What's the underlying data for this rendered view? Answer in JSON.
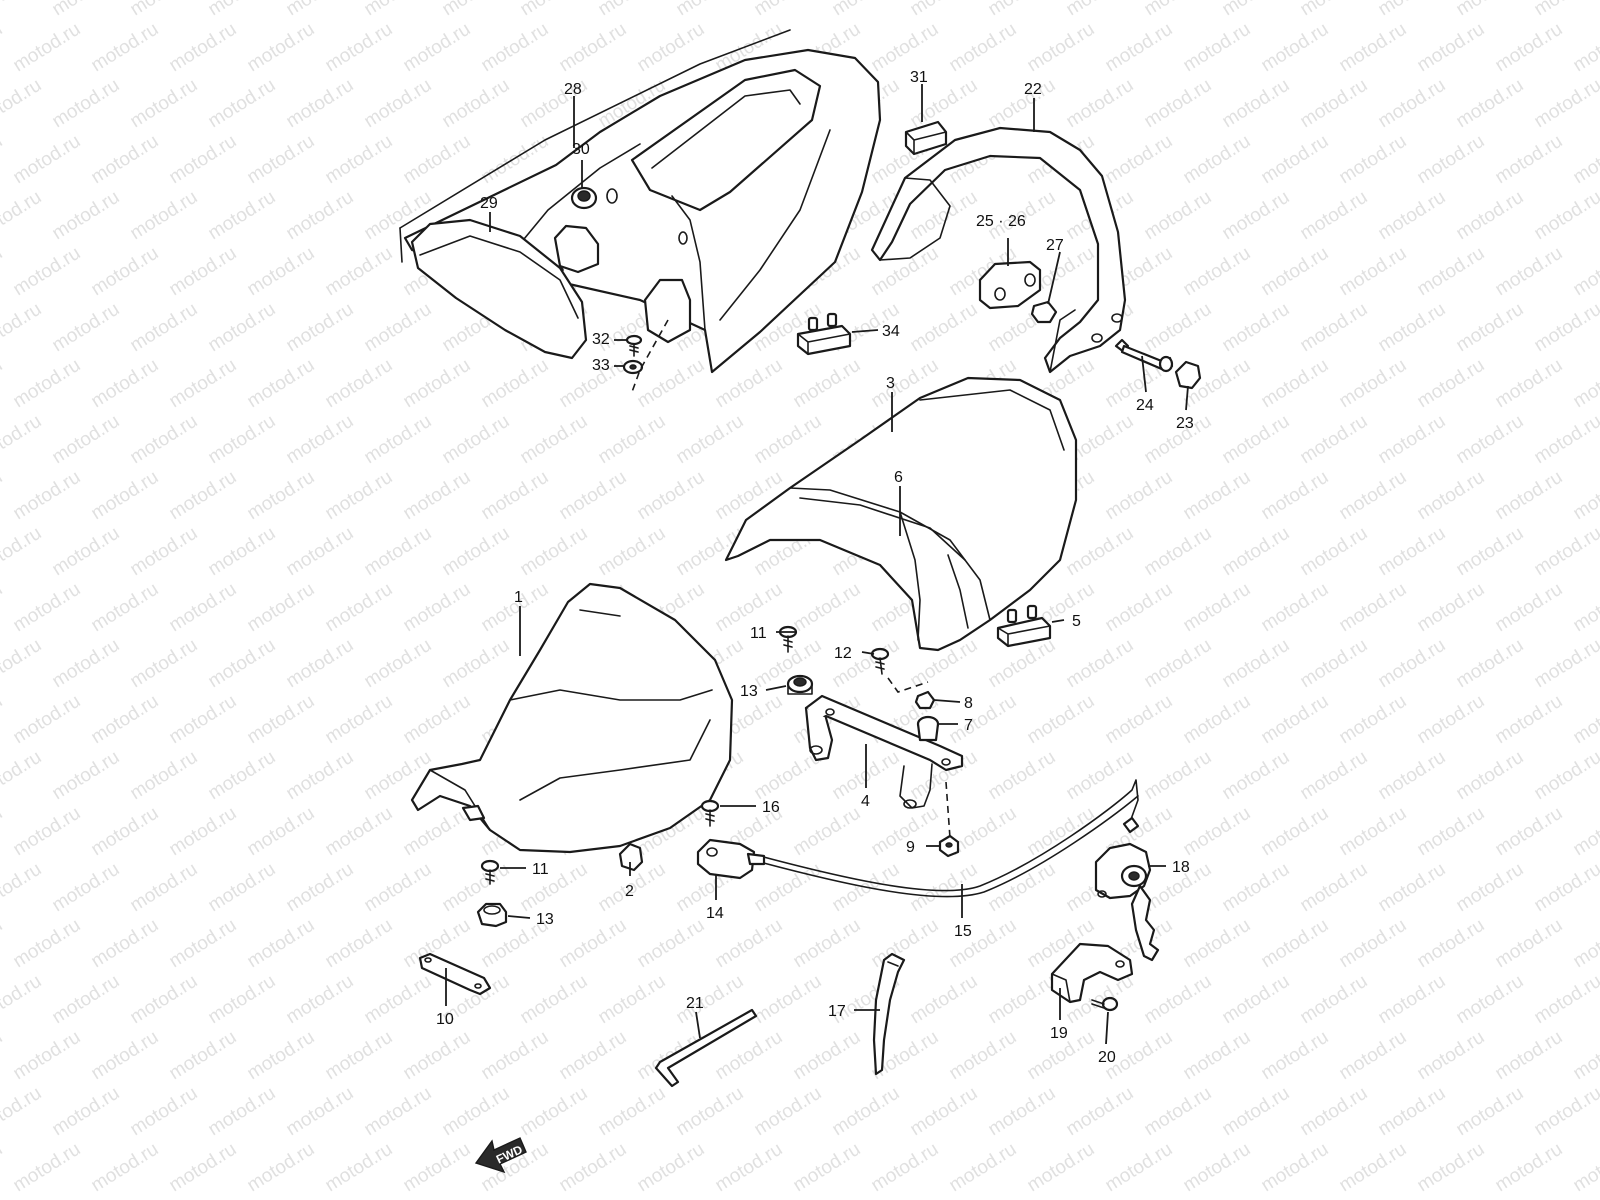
{
  "watermark": "motod.ru",
  "fwd_label": "FWD",
  "callouts": [
    {
      "id": "c1",
      "label": "1"
    },
    {
      "id": "c2",
      "label": "2"
    },
    {
      "id": "c3",
      "label": "3"
    },
    {
      "id": "c4",
      "label": "4"
    },
    {
      "id": "c5",
      "label": "5"
    },
    {
      "id": "c6",
      "label": "6"
    },
    {
      "id": "c7",
      "label": "7"
    },
    {
      "id": "c8",
      "label": "8"
    },
    {
      "id": "c9",
      "label": "9"
    },
    {
      "id": "c10",
      "label": "10"
    },
    {
      "id": "c11a",
      "label": "11"
    },
    {
      "id": "c11b",
      "label": "11"
    },
    {
      "id": "c12",
      "label": "12"
    },
    {
      "id": "c13a",
      "label": "13"
    },
    {
      "id": "c13b",
      "label": "13"
    },
    {
      "id": "c14",
      "label": "14"
    },
    {
      "id": "c15",
      "label": "15"
    },
    {
      "id": "c16",
      "label": "16"
    },
    {
      "id": "c17",
      "label": "17"
    },
    {
      "id": "c18",
      "label": "18"
    },
    {
      "id": "c19",
      "label": "19"
    },
    {
      "id": "c20",
      "label": "20"
    },
    {
      "id": "c21",
      "label": "21"
    },
    {
      "id": "c22",
      "label": "22"
    },
    {
      "id": "c23",
      "label": "23"
    },
    {
      "id": "c24",
      "label": "24"
    },
    {
      "id": "c2526",
      "label": "25 · 26"
    },
    {
      "id": "c27",
      "label": "27"
    },
    {
      "id": "c28",
      "label": "28"
    },
    {
      "id": "c29",
      "label": "29"
    },
    {
      "id": "c30",
      "label": "30"
    },
    {
      "id": "c31",
      "label": "31"
    },
    {
      "id": "c32",
      "label": "32"
    },
    {
      "id": "c33",
      "label": "33"
    },
    {
      "id": "c34",
      "label": "34"
    }
  ]
}
